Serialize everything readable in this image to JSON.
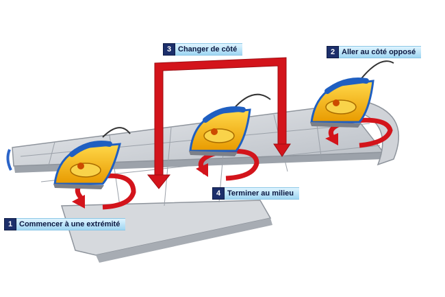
{
  "steps": [
    {
      "number": "1",
      "label": "Commencer à une extrémité"
    },
    {
      "number": "2",
      "label": "Aller au côté opposé"
    },
    {
      "number": "3",
      "label": "Changer de côté"
    },
    {
      "number": "4",
      "label": "Terminer au milieu"
    }
  ],
  "colors": {
    "arrow_red": "#d3141b",
    "iron_yellow": "#f5b800",
    "iron_blue": "#1f5fc1",
    "board_grey": "#c9ccd1",
    "label_fill": "#bfe6fa",
    "number_fill": "#1c2f6b"
  }
}
